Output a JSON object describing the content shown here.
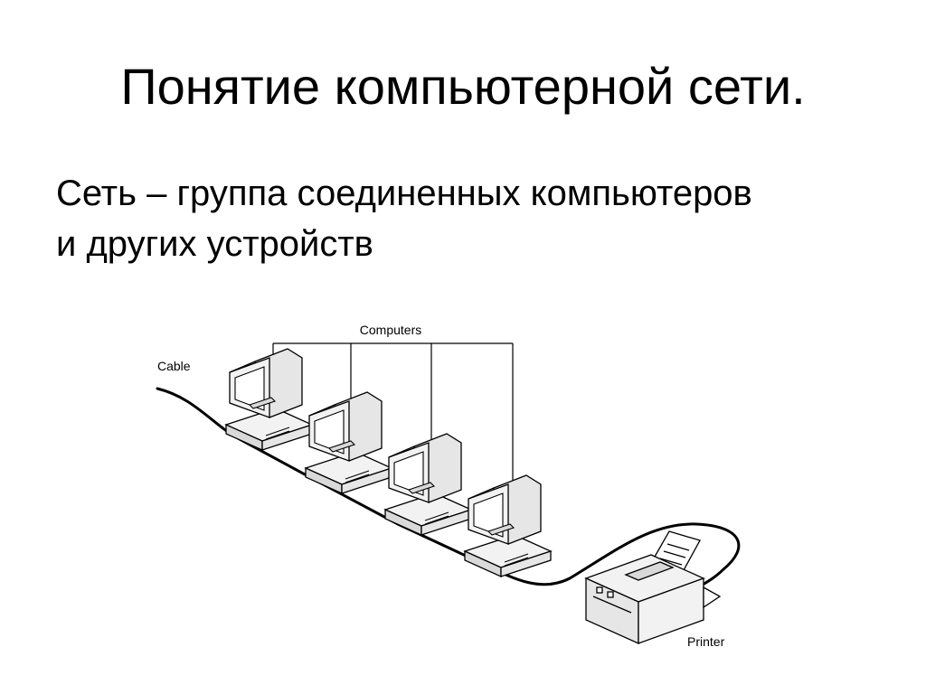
{
  "slide": {
    "title": "Понятие компьютерной сети.",
    "body_line1": "Сеть – группа соединенных компьютеров",
    "body_line2": "и других устройств"
  },
  "diagram": {
    "computers_label": "Computers",
    "cable_label": "Cable",
    "printer_label": "Printer",
    "computer_count": 4,
    "colors": {
      "line": "#000000",
      "device_fill": "#f2f2f2",
      "device_shade": "#d9d9d9"
    }
  }
}
